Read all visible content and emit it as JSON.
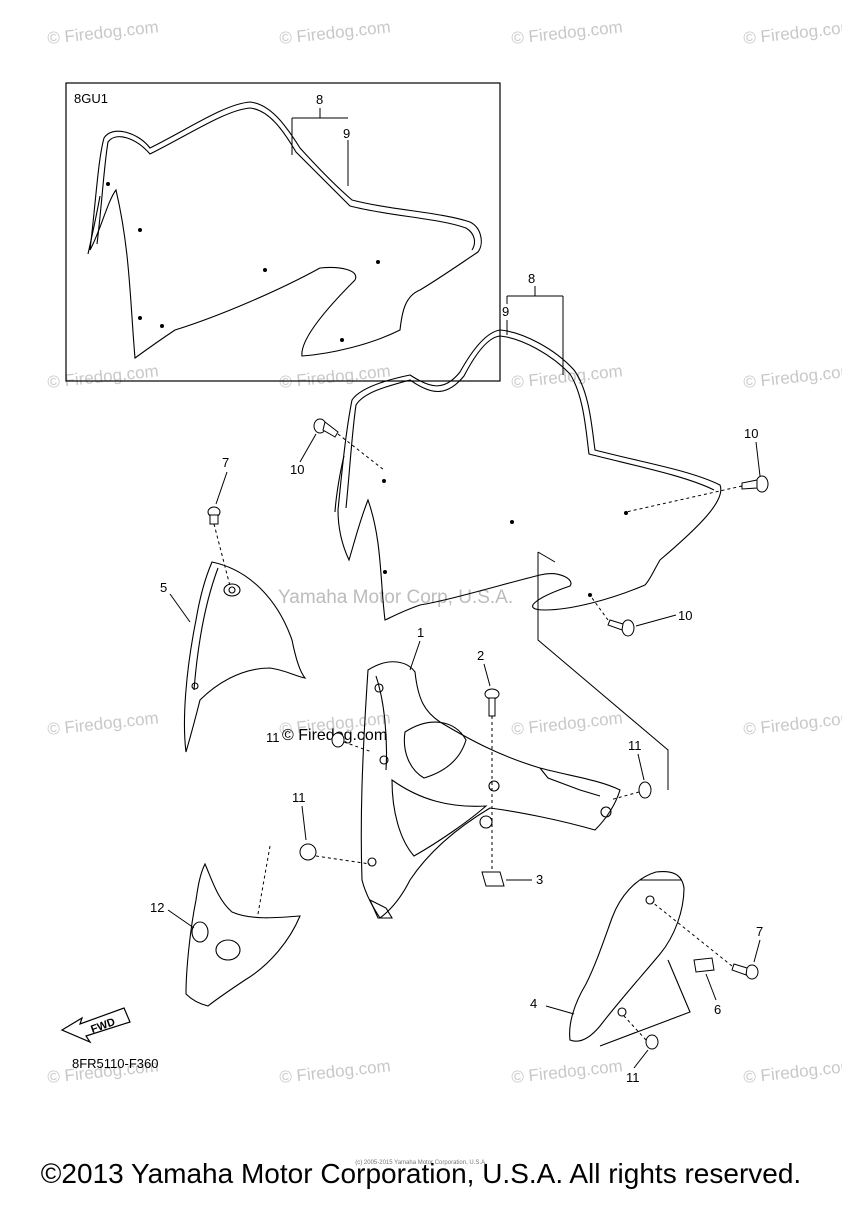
{
  "box_label": "8GU1",
  "center_watermark": "Yamaha Motor Corp, U.S.A.",
  "watermark": "© Firedog.com",
  "diagram_code": "8FR5110-F360",
  "fwd_label": "FWD",
  "callouts": {
    "c1": "1",
    "c2": "2",
    "c3": "3",
    "c4": "4",
    "c5": "5",
    "c6": "6",
    "c7a": "7",
    "c7b": "7",
    "c8a": "8",
    "c8b": "8",
    "c9a": "9",
    "c9b": "9",
    "c10a": "10",
    "c10b": "10",
    "c10c": "10",
    "c11a": "11",
    "c11b": "11",
    "c11c": "11",
    "c11d": "11",
    "c12": "12"
  },
  "small_print": "(c) 2005-2015 Yamaha Motor Corporation, U.S.A.",
  "copyright": "©2013 Yamaha Motor Corporation, U.S.A. All rights reserved."
}
